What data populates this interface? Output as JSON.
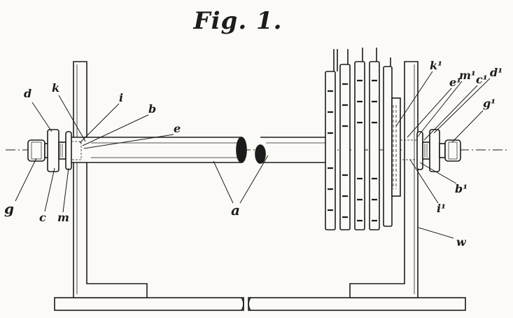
{
  "figure": {
    "title": "Fig. 1."
  },
  "labels": {
    "d": "d",
    "k": "k",
    "i": "i",
    "b": "b",
    "e": "e",
    "g": "g",
    "c": "c",
    "m": "m",
    "a": "a",
    "k1": "k¹",
    "e1": "e¹",
    "m1": "m¹",
    "c1": "c¹",
    "d1": "d¹",
    "g1": "g¹",
    "b1": "b¹",
    "i1": "i¹",
    "w": "w"
  },
  "colors": {
    "ink": "#1c1c1c",
    "paper": "#fbfaf6"
  }
}
